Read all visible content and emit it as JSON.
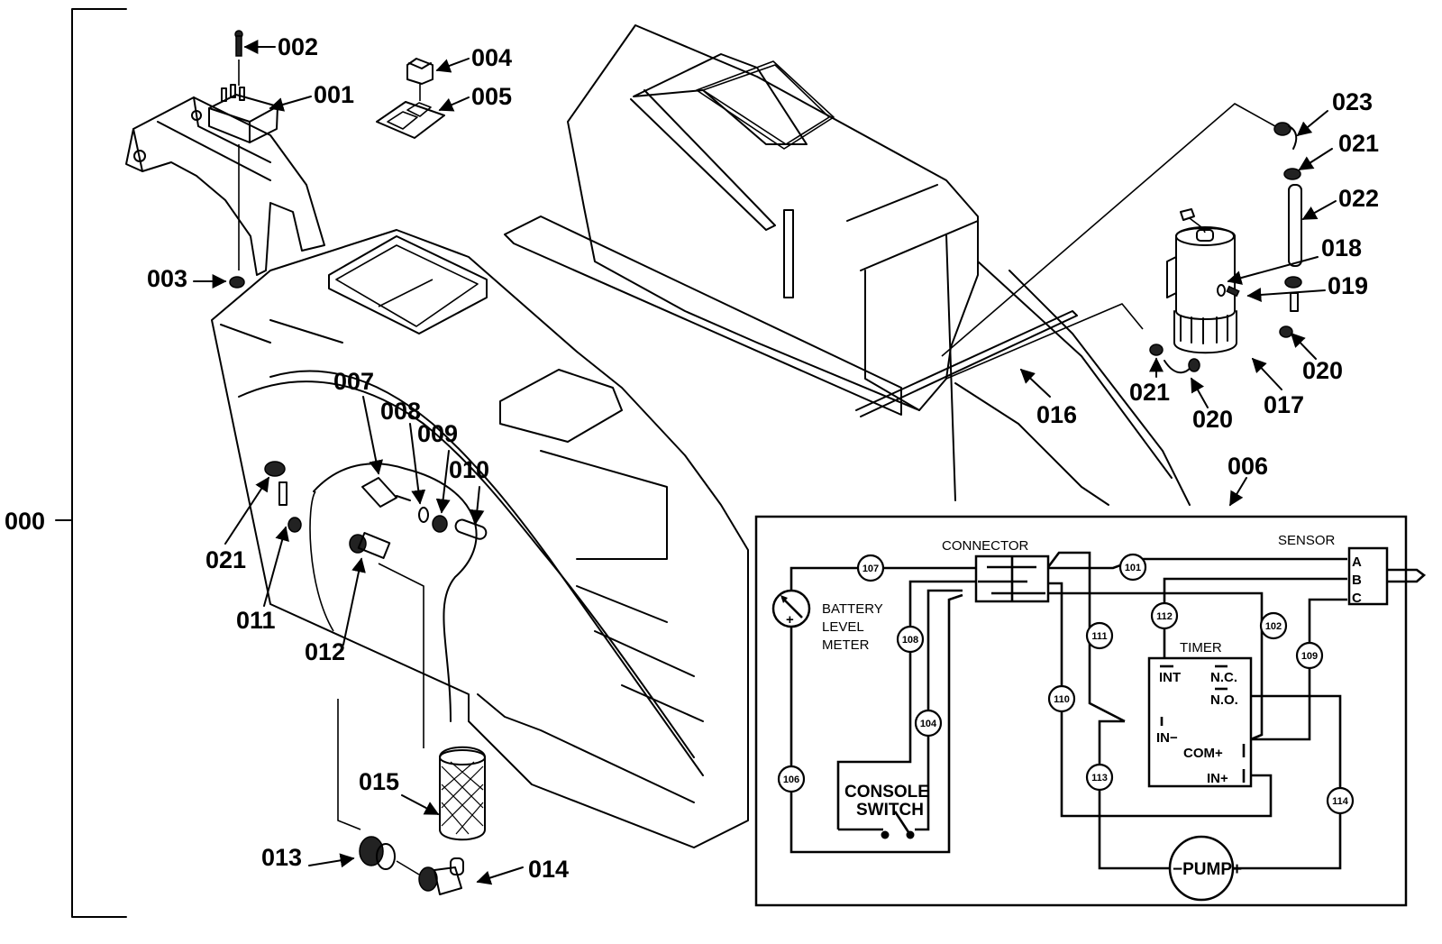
{
  "assembly": {
    "id": "000"
  },
  "callouts": [
    {
      "id": "001"
    },
    {
      "id": "002"
    },
    {
      "id": "003"
    },
    {
      "id": "004"
    },
    {
      "id": "005"
    },
    {
      "id": "006"
    },
    {
      "id": "007"
    },
    {
      "id": "008"
    },
    {
      "id": "009"
    },
    {
      "id": "010"
    },
    {
      "id": "011"
    },
    {
      "id": "012"
    },
    {
      "id": "013"
    },
    {
      "id": "014"
    },
    {
      "id": "015"
    },
    {
      "id": "016"
    },
    {
      "id": "017"
    },
    {
      "id": "018"
    },
    {
      "id": "019"
    },
    {
      "id": "020"
    },
    {
      "id": "020"
    },
    {
      "id": "021"
    },
    {
      "id": "021"
    },
    {
      "id": "021"
    },
    {
      "id": "022"
    },
    {
      "id": "023"
    }
  ],
  "schematic": {
    "connector_label": "CONNECTOR",
    "sensor_label": "SENSOR",
    "sensor_pins": [
      "A",
      "B",
      "C"
    ],
    "battery_meter": [
      "BATTERY",
      "LEVEL",
      "METER"
    ],
    "timer_label": "TIMER",
    "timer_pins": {
      "int": "INT",
      "nc": "N.C.",
      "no": "N.O.",
      "in_minus": "IN−",
      "com_plus": "COM+",
      "in_plus": "IN+"
    },
    "console_switch": [
      "CONSOLE",
      "SWITCH"
    ],
    "pump_label": "−PUMP+",
    "wires": {
      "w107": "107",
      "w101": "101",
      "w108": "108",
      "w104": "104",
      "w106": "106",
      "w111": "111",
      "w110": "110",
      "w112": "112",
      "w102": "102",
      "w109": "109",
      "w113": "113",
      "w114": "114"
    }
  }
}
